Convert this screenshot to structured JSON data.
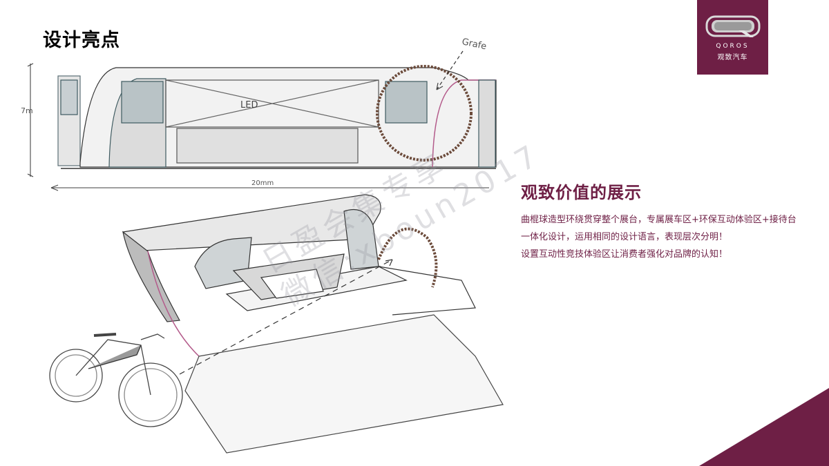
{
  "page": {
    "title": "设计亮点"
  },
  "logo": {
    "en": "QOROS",
    "cn": "观致汽车",
    "color": "#6e1f45"
  },
  "highlight": {
    "heading": "观致价值的展示",
    "paragraph1": "曲棍球造型环绕贯穿整个展台，专属展车区+环保互动体验区+接待台一体化设计，运用相同的设计语言，表现层次分明！",
    "paragraph2": "设置互动性竞技体验区让消费者强化对品牌的认知！"
  },
  "sketch": {
    "led_label": "LED",
    "grafe_label": "Grafe",
    "height_label": "7m",
    "width_label": "20mm"
  },
  "watermark": {
    "line1": "日盈会集专享",
    "line2": "微信:xboun2017"
  },
  "colors": {
    "accent": "#6e1f45"
  }
}
